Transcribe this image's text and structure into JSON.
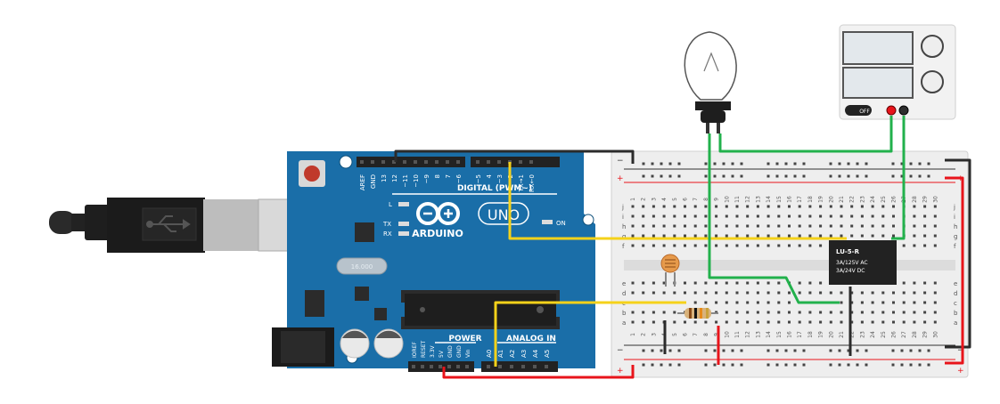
{
  "arduino": {
    "logo_text": "ARDUINO",
    "model": "UNO",
    "digital_label": "DIGITAL (PWM~)",
    "power_label": "POWER",
    "analog_label": "ANALOG IN",
    "led_l": "L",
    "led_tx": "TX",
    "led_rx": "RX",
    "led_on": "ON",
    "crystal_label": "16.000",
    "digital_pins": [
      "AREF",
      "GND",
      "13",
      "12",
      "~11",
      "~10",
      "~9",
      "8",
      "7",
      "~6",
      "~5",
      "4",
      "~3",
      "2",
      "TX→1",
      "RX←0"
    ],
    "power_pins": [
      "IOREF",
      "RESET",
      "3.3V",
      "5V",
      "GND",
      "GND",
      "Vin"
    ],
    "analog_pins": [
      "A0",
      "A1",
      "A2",
      "A3",
      "A4",
      "A5"
    ]
  },
  "breadboard": {
    "row_letters_top": [
      "j",
      "i",
      "h",
      "g",
      "f"
    ],
    "row_letters_bottom": [
      "e",
      "d",
      "c",
      "b",
      "a"
    ],
    "columns": [
      "1",
      "2",
      "3",
      "4",
      "5",
      "6",
      "7",
      "8",
      "9",
      "10",
      "11",
      "12",
      "13",
      "14",
      "15",
      "16",
      "17",
      "18",
      "19",
      "20",
      "21",
      "22",
      "23",
      "24",
      "25",
      "26",
      "27",
      "28",
      "29",
      "30"
    ],
    "rail_plus": "+",
    "rail_minus": "−"
  },
  "relay": {
    "model": "LU-5-R",
    "rating_ac": "3A/125V AC",
    "rating_dc": "3A/24V DC"
  },
  "power_supply": {
    "switch_label": "OFF"
  },
  "colors": {
    "board": "#1a6ea8",
    "breadboard": "#eeeeee",
    "wire_black": "#2b2b2b",
    "wire_yellow": "#f5d21a",
    "wire_green": "#22b14c",
    "wire_red": "#e8141b"
  }
}
